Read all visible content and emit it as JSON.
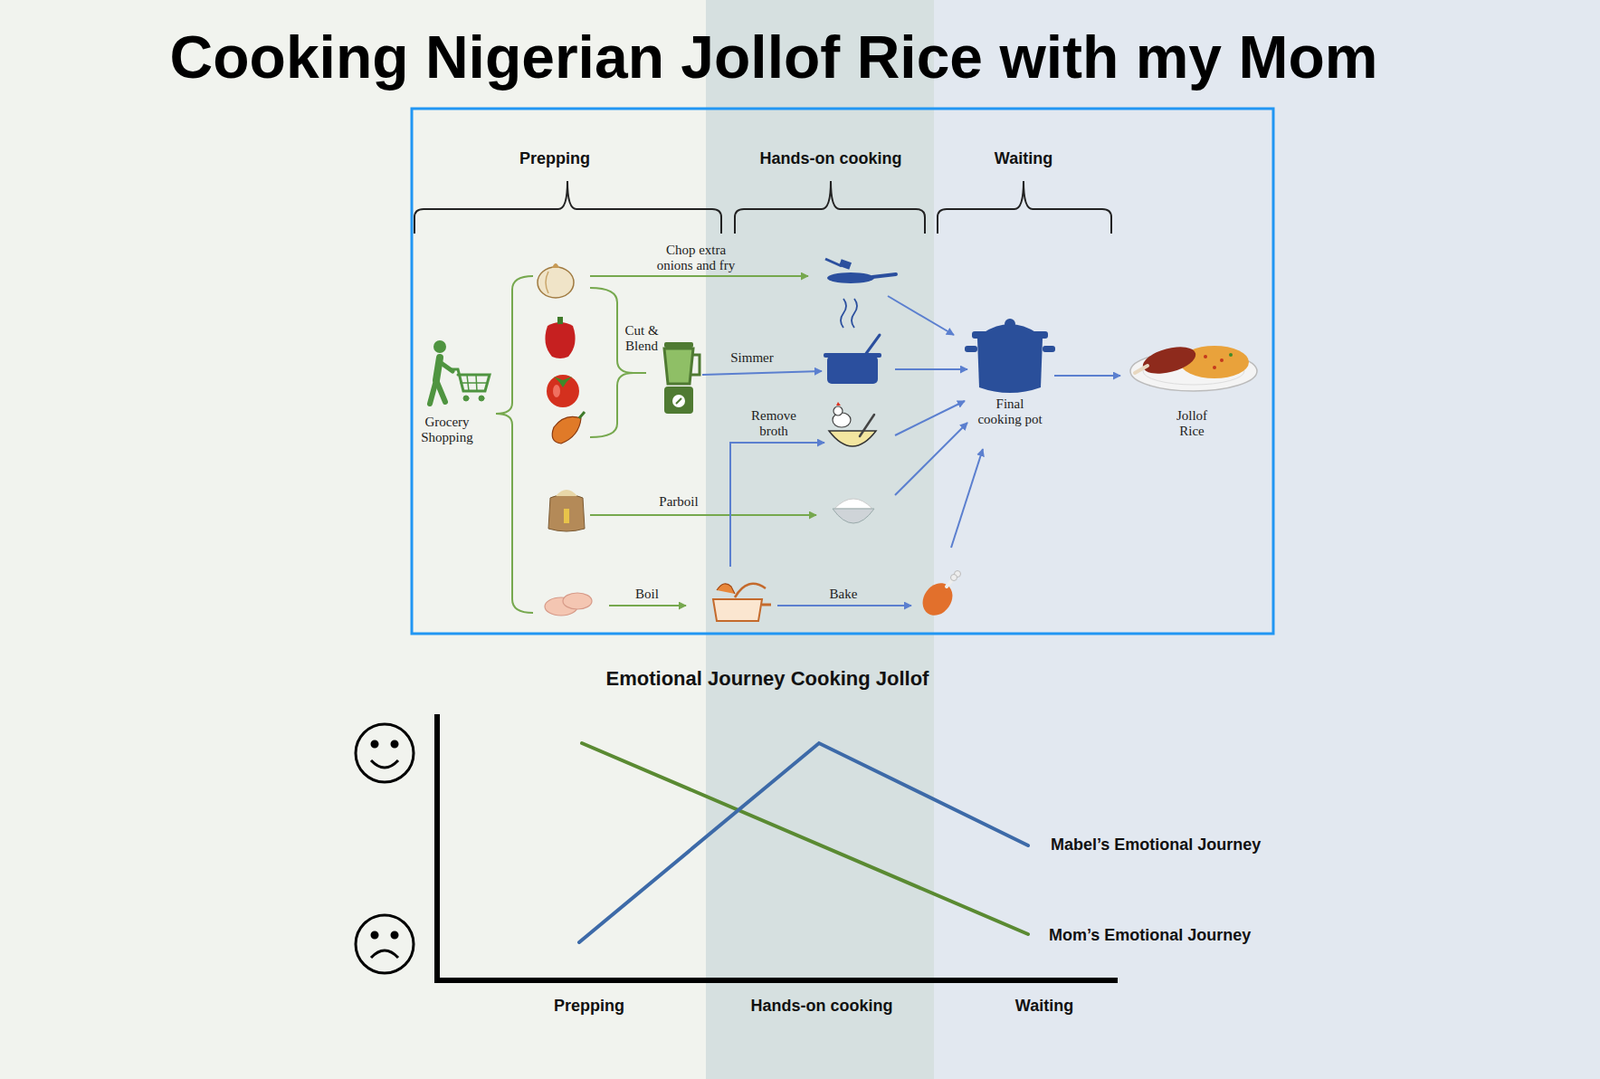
{
  "diagram": {
    "title": "Cooking Nigerian Jollof Rice with my Mom",
    "nodes": [
      {
        "text": [
          "Grocery Shopping"
        ]
      },
      {
        "text": [
          "Final cooking pot"
        ]
      },
      {
        "text": [
          "Jollof Rice"
        ]
      }
    ],
    "edges": [
      {
        "from": 1,
        "to": 2,
        "arrow": "to"
      }
    ],
    "labels": [
      "Prepping",
      "Hands-on cooking",
      "Waiting",
      "Chop extra onions and fry",
      "Cut & Blend",
      "Simmer",
      "Remove broth",
      "Parboil",
      "Boil",
      "Bake",
      "Emotional Journey Cooking Jollof",
      "Mabel’s Emotional Journey",
      "Mom’s Emotional Journey",
      "Prepping",
      "Hands-on cooking",
      "Waiting"
    ]
  }
}
